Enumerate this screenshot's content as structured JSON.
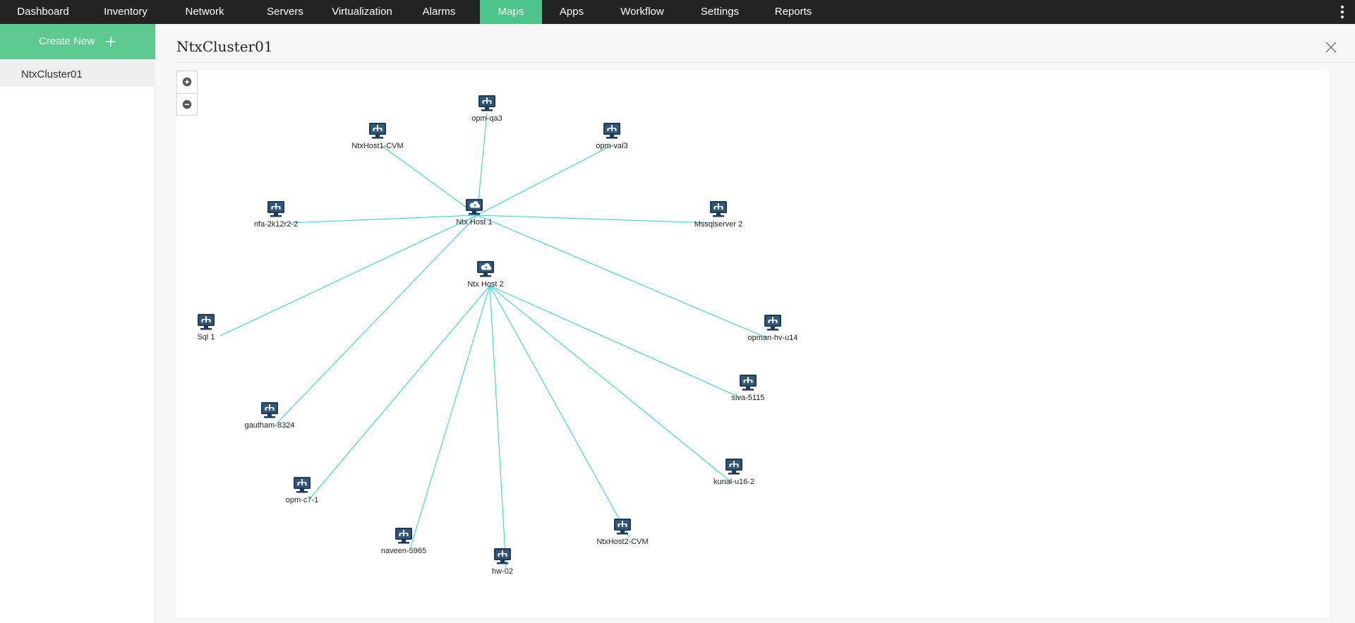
{
  "nav": {
    "items": [
      "Dashboard",
      "Inventory",
      "Network",
      "Servers",
      "Virtualization",
      "Alarms",
      "Maps",
      "Apps",
      "Workflow",
      "Settings",
      "Reports"
    ],
    "active": "Maps",
    "more_icon": "vertical-ellipsis-icon"
  },
  "sidebar": {
    "create_label": "Create New",
    "create_icon": "plus-icon",
    "maps": [
      "NtxCluster01"
    ]
  },
  "main": {
    "title": "NtxCluster01",
    "close_icon": "close-icon",
    "zoom_in_icon": "zoom-in-icon",
    "zoom_out_icon": "zoom-out-icon"
  },
  "topology": {
    "link_color": "#33d4e0",
    "hosts": [
      {
        "id": "host1",
        "label": "Ntx Host 1",
        "icon": "cloud-host-icon"
      },
      {
        "id": "host2",
        "label": "Ntx Host 2",
        "icon": "cloud-host-icon"
      }
    ],
    "devices": [
      {
        "label": "opm-qa3",
        "host": "host1"
      },
      {
        "label": "NtxHost1-CVM",
        "host": "host1"
      },
      {
        "label": "opm-val3",
        "host": "host1"
      },
      {
        "label": "nfa-2k12r2-2",
        "host": "host1"
      },
      {
        "label": "Mssqlserver 2",
        "host": "host1"
      },
      {
        "label": "Sql 1",
        "host": "host1"
      },
      {
        "label": "opman-hv-u14",
        "host": "host1"
      },
      {
        "label": "gautham-8324",
        "host": "host1"
      },
      {
        "label": "siva-5115",
        "host": "host2"
      },
      {
        "label": "kunal-u16-2",
        "host": "host2"
      },
      {
        "label": "opm-c7-1",
        "host": "host2"
      },
      {
        "label": "naveen-5965",
        "host": "host2"
      },
      {
        "label": "NtxHost2-CVM",
        "host": "host2"
      },
      {
        "label": "hw-02",
        "host": "host2"
      }
    ]
  }
}
